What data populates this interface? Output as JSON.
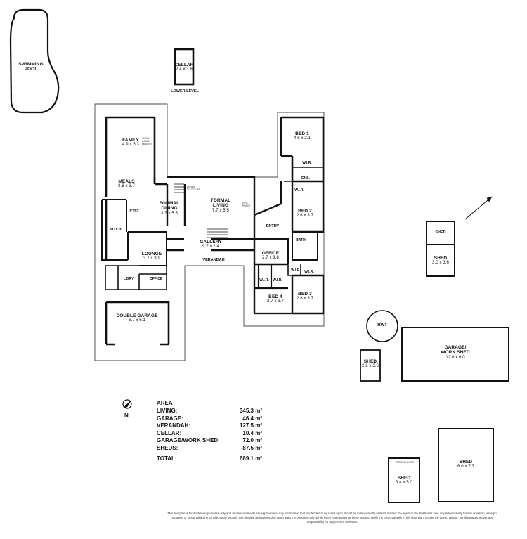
{
  "rooms": {
    "swimming_pool": "SWIMMING\nPOOL",
    "cellar": {
      "name": "CELLAR",
      "dim": "2.4 x 3.8"
    },
    "lower_level": "LOWER LEVEL",
    "family": {
      "name": "FAMILY",
      "dim": "4.9 x 5.3"
    },
    "meals": {
      "name": "MEALS",
      "dim": "3.6 x 3.7"
    },
    "formal_dining": {
      "name": "FORMAL\nDINING",
      "dim": "3.7 x 5.5"
    },
    "formal_living": {
      "name": "FORMAL\nLIVING",
      "dim": "7.7 x 5.5"
    },
    "kitch": "KITCH.",
    "ptry": "P'TRY",
    "lounge": {
      "name": "LOUNGE",
      "dim": "3.7 x 3.9"
    },
    "ldry": "L'DRY",
    "office_small": "OFFICE",
    "gallery": {
      "name": "GALLERY",
      "dim": "9.7 x 2.4"
    },
    "verandah": "VERANDAH",
    "entry": "ENTRY",
    "office": {
      "name": "OFFICE",
      "dim": "2.7 x 3.8"
    },
    "bed1": {
      "name": "BED 1",
      "dim": "4.8 x 2.1"
    },
    "bed2": {
      "name": "BED 2",
      "dim": "2.8 x 3.7"
    },
    "bed3": {
      "name": "BED 3",
      "dim": "2.8 x 3.7"
    },
    "bed4": {
      "name": "BED 4",
      "dim": "2.7 x 3.7"
    },
    "wir": "W.I.R.",
    "ens": "ENS.",
    "bath": "BATH",
    "double_garage": {
      "name": "DOUBLE GARAGE",
      "dim": "6.7 x 6.1"
    },
    "shed_top": "SHED",
    "shed_a": {
      "name": "SHED",
      "dim": "3.0 x 3.6"
    },
    "rwt": "RWT",
    "garage_work_shed": {
      "name": "GARAGE/\nWORK SHED",
      "dim": "12.0 x 6.0"
    },
    "shed_b": {
      "name": "SHED",
      "dim": "2.2 x 3.6"
    },
    "shed_c": {
      "name": "SHED",
      "dim": "3.4 x 5.0"
    },
    "shed_d": {
      "name": "SHED",
      "dim": "6.0 x 7.7"
    },
    "down_to_cellar": "DOWN\nTO CELLAR",
    "fire_place": "FIRE\nPLACE",
    "slow_combustion": "SLOW\nCOMB.\nHEATER",
    "roller_door": "ROLLER DOOR"
  },
  "compass": {
    "label": "N"
  },
  "area": {
    "title": "AREA",
    "rows": [
      {
        "label": "LIVING:",
        "value": "345.3 m²"
      },
      {
        "label": "GARAGE:",
        "value": "46.4 m²"
      },
      {
        "label": "VERANDAH:",
        "value": "127.5 m²"
      },
      {
        "label": "CELLAR:",
        "value": "10.4 m²"
      },
      {
        "label": "GARAGE/WORK SHED:",
        "value": "72.0 m²"
      },
      {
        "label": "SHEDS:",
        "value": "87.5 m²"
      }
    ],
    "total": {
      "label": "TOTAL:",
      "value": "689.1 m²"
    }
  },
  "disclaimer": "This floorplan is for illustration purposes only and all measurements are approximate. Any information that is intended to be relied upon should be independently verified. Neither the agent or the illustrators take any responsibility for any omission, wrongful inclusion or typographical error which may occur in this drawing as it is intended as an artist's impression only. While every endeavour has been made to verify the correct details in this floor plan, neither the agent, vendor, nor illustrators accept any responsibility for any error or omission."
}
